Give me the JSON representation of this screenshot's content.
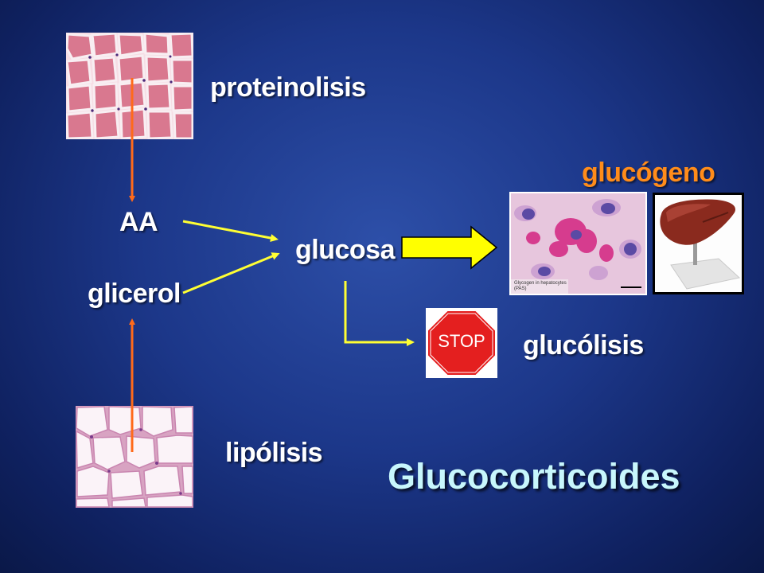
{
  "labels": {
    "proteinolisis": "proteinolisis",
    "aa": "AA",
    "glicerol": "glicerol",
    "glucosa": "glucosa",
    "glucogeno": "glucógeno",
    "glucolisis": "glucólisis",
    "lipolisis": "lipólisis",
    "stop": "STOP",
    "histology_caption": "Glycogen in hepatocytes (PAS)"
  },
  "title": "Glucocorticoides",
  "colors": {
    "background": "#1c3789",
    "label_text": "#ffffff",
    "glucogeno_text": "#ff8c1a",
    "title_text": "#c8f7fc",
    "orange_arrow": "#ff6a1a",
    "yellow_arrow": "#ffff33",
    "stop_sign": "#e41f1f"
  },
  "icons": [
    "muscle-tissue-image",
    "adipose-tissue-image",
    "glycogen-histology-image",
    "liver-model-image",
    "stop-sign-icon"
  ]
}
